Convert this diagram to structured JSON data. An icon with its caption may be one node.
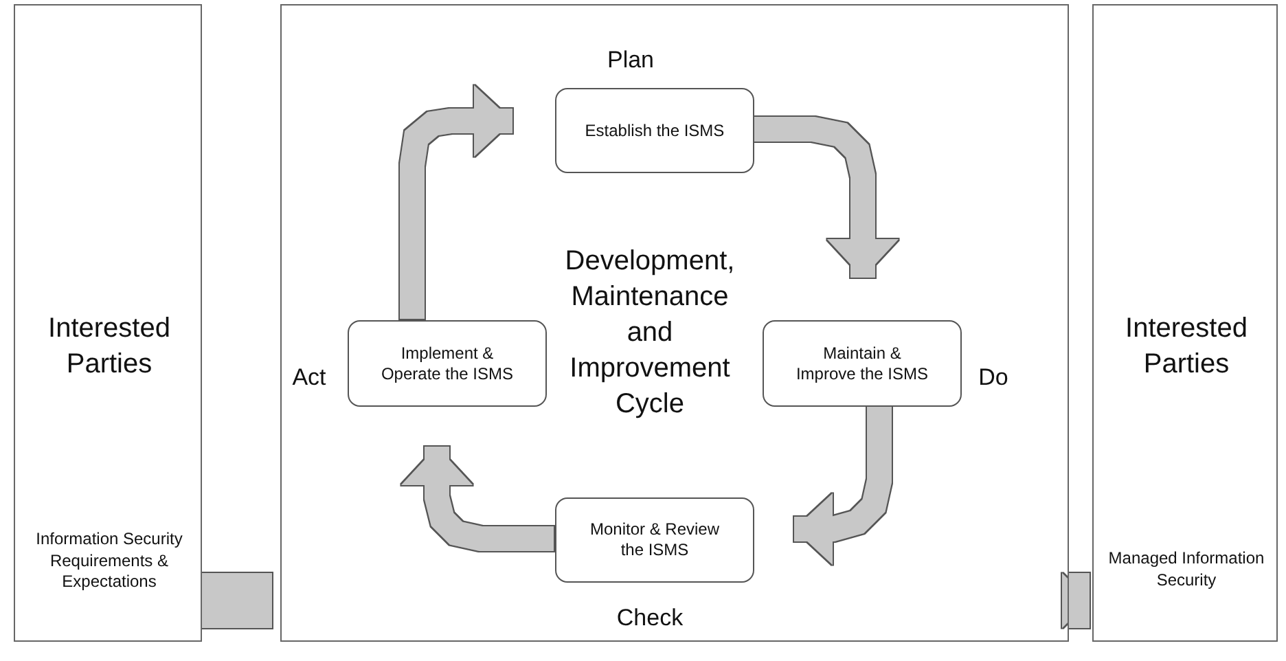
{
  "diagram": {
    "nodes": [
      {
        "text": [
          "Interested Parties",
          "Information Security Requirements & Expectations"
        ]
      },
      {
        "text": [
          "Development, Maintenance and Improvement Cycle"
        ]
      },
      {
        "text": [
          "Establish the ISMS"
        ],
        "in": 1,
        "beside": [
          "Plan"
        ]
      },
      {
        "text": [
          "Implement & Operate the ISMS"
        ],
        "in": 1,
        "beside": [
          "Act"
        ]
      },
      {
        "text": [
          "Maintain & Improve the ISMS"
        ],
        "in": 1,
        "beside": [
          "Do"
        ]
      },
      {
        "text": [
          "Monitor & Review the ISMS"
        ],
        "in": 1,
        "beside": [
          "Check"
        ]
      },
      {
        "text": [
          "Interested Parties",
          "Managed Information Security"
        ]
      }
    ],
    "edges": [
      {
        "from": 0,
        "to": 1,
        "arrow": "to",
        "style": "thick"
      },
      {
        "from": 3,
        "to": 2,
        "arrow": "to"
      },
      {
        "from": 2,
        "to": 4,
        "arrow": "to"
      },
      {
        "from": 4,
        "to": 5,
        "arrow": "to"
      },
      {
        "from": 5,
        "to": 3,
        "arrow": "to"
      },
      {
        "from": 1,
        "to": 6,
        "arrow": "to",
        "style": "thick"
      }
    ]
  }
}
